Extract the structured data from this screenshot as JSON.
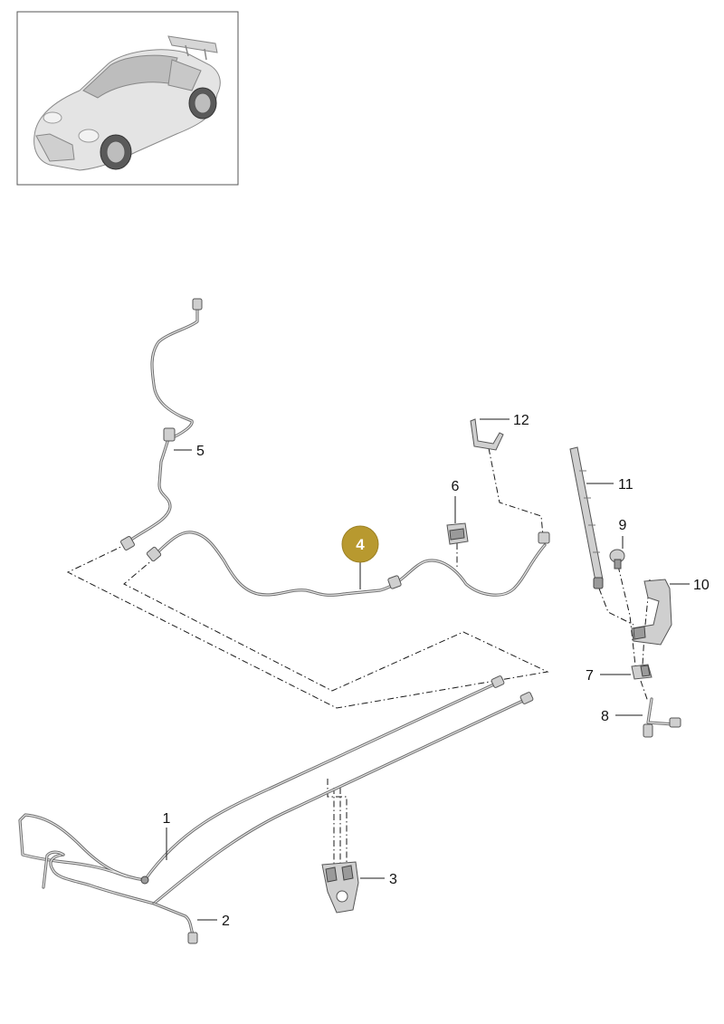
{
  "callouts": [
    {
      "id": "1",
      "label": "1"
    },
    {
      "id": "2",
      "label": "2"
    },
    {
      "id": "3",
      "label": "3"
    },
    {
      "id": "4",
      "label": "4",
      "highlighted": true
    },
    {
      "id": "5",
      "label": "5"
    },
    {
      "id": "6",
      "label": "6"
    },
    {
      "id": "7",
      "label": "7"
    },
    {
      "id": "8",
      "label": "8"
    },
    {
      "id": "9",
      "label": "9"
    },
    {
      "id": "10",
      "label": "10"
    },
    {
      "id": "11",
      "label": "11"
    },
    {
      "id": "12",
      "label": "12"
    }
  ],
  "colors": {
    "highlight_badge": "#b8992f",
    "line": "#1a1a1a",
    "part_fill": "#cfcfcf"
  },
  "icons": {
    "thumbnail": "car-icon"
  }
}
